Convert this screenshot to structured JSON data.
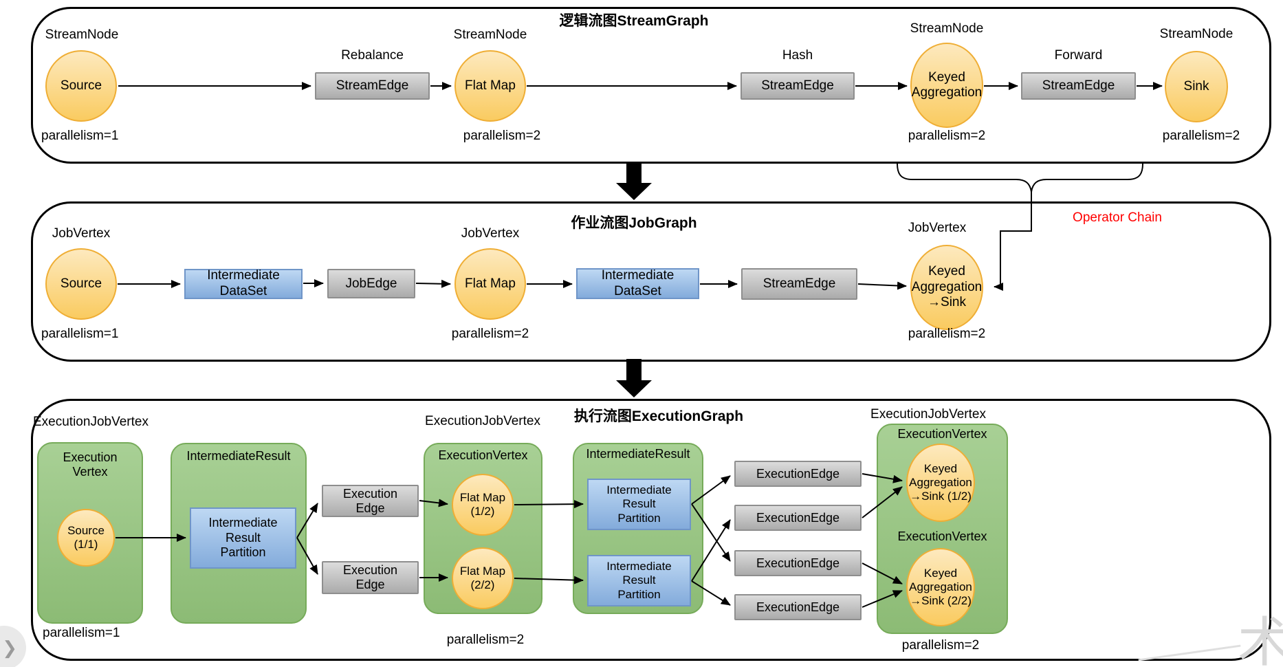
{
  "page": {
    "nav_chevron": "❯",
    "watermark": "术"
  },
  "colors": {
    "node_fill": "#FACB60",
    "node_border": "#EFAE35",
    "gray_fill": "#C9C9C9",
    "gray_border": "#8E8E8E",
    "blue_fill": "#9EC3EA",
    "blue_border": "#6F95C8",
    "green_fill": "#9CC986",
    "green_border": "#76AB59",
    "operator_chain_color": "#FF0000",
    "outline": "#000000"
  },
  "stream_graph": {
    "title": "逻辑流图StreamGraph",
    "node_type": [
      "StreamNode",
      "StreamNode",
      "StreamNode",
      "StreamNode"
    ],
    "nodes": [
      "Source",
      "Flat Map",
      "Keyed Aggregation",
      "Sink"
    ],
    "parallelism": [
      "parallelism=1",
      "parallelism=2",
      "parallelism=2",
      "parallelism=2"
    ],
    "edge_partitions": [
      "Rebalance",
      "Hash",
      "Forward"
    ],
    "edges": [
      "StreamEdge",
      "StreamEdge",
      "StreamEdge"
    ]
  },
  "job_graph": {
    "title": "作业流图JobGraph",
    "operator_chain": "Operator Chain",
    "node_type": [
      "JobVertex",
      "JobVertex",
      "JobVertex"
    ],
    "nodes": [
      "Source",
      "Flat Map",
      "Keyed Aggregation →Sink"
    ],
    "parallelism": [
      "parallelism=1",
      "parallelism=2",
      "parallelism=2"
    ],
    "datasets": [
      "Intermediate DataSet",
      "Intermediate DataSet"
    ],
    "edges": [
      "JobEdge",
      "StreamEdge"
    ]
  },
  "execution_graph": {
    "title": "执行流图ExecutionGraph",
    "ejv_labels": [
      "ExecutionJobVertex",
      "ExecutionJobVertex",
      "ExecutionJobVertex"
    ],
    "source_group": {
      "title": "Execution Vertex",
      "node": "Source (1/1)",
      "parallelism": "parallelism=1"
    },
    "ir1": {
      "title": "IntermediateResult",
      "partition": "Intermediate Result Partition"
    },
    "exec_edges_small": [
      "Execution Edge",
      "Execution Edge"
    ],
    "flatmap_group": {
      "title": "ExecutionVertex",
      "nodes": [
        "Flat Map (1/2)",
        "Flat Map (2/2)"
      ],
      "parallelism": "parallelism=2"
    },
    "ir2": {
      "title": "IntermediateResult",
      "partitions": [
        "Intermediate Result Partition",
        "Intermediate Result Partition"
      ]
    },
    "exec_edges": [
      "ExecutionEdge",
      "ExecutionEdge",
      "ExecutionEdge",
      "ExecutionEdge"
    ],
    "sink_group": {
      "titles": [
        "ExecutionVertex",
        "ExecutionVertex"
      ],
      "nodes": [
        "Keyed Aggregation →Sink (1/2)",
        "Keyed Aggregation →Sink (2/2)"
      ],
      "parallelism": "parallelism=2"
    }
  }
}
